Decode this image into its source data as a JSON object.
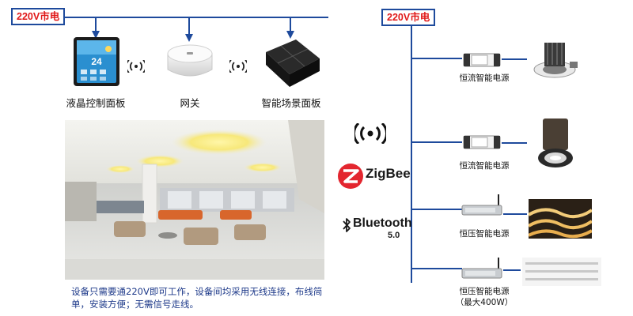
{
  "mains_label": "220V市电",
  "panels": {
    "lcd": {
      "caption": "液晶控制面板",
      "clock": "24"
    },
    "gateway": {
      "caption": "网关"
    },
    "scene": {
      "caption": "智能场景面板"
    }
  },
  "protocols": {
    "zigbee": "ZigBee",
    "bluetooth": "Bluetooth",
    "bluetooth_version": "5.0"
  },
  "drivers": [
    {
      "caption": "恒流智能电源",
      "subcaption": ""
    },
    {
      "caption": "恒流智能电源",
      "subcaption": ""
    },
    {
      "caption": "恒压智能电源",
      "subcaption": ""
    },
    {
      "caption": "恒压智能电源",
      "subcaption": "（最大400W）"
    }
  ],
  "note": "设备只需要通220V即可工作，设备间均采用无线连接，布线简单，安装方便；无需信号走线。",
  "colors": {
    "wire": "#1e4a9c",
    "mains_text": "#e01818",
    "note_text": "#1e3a8a"
  }
}
